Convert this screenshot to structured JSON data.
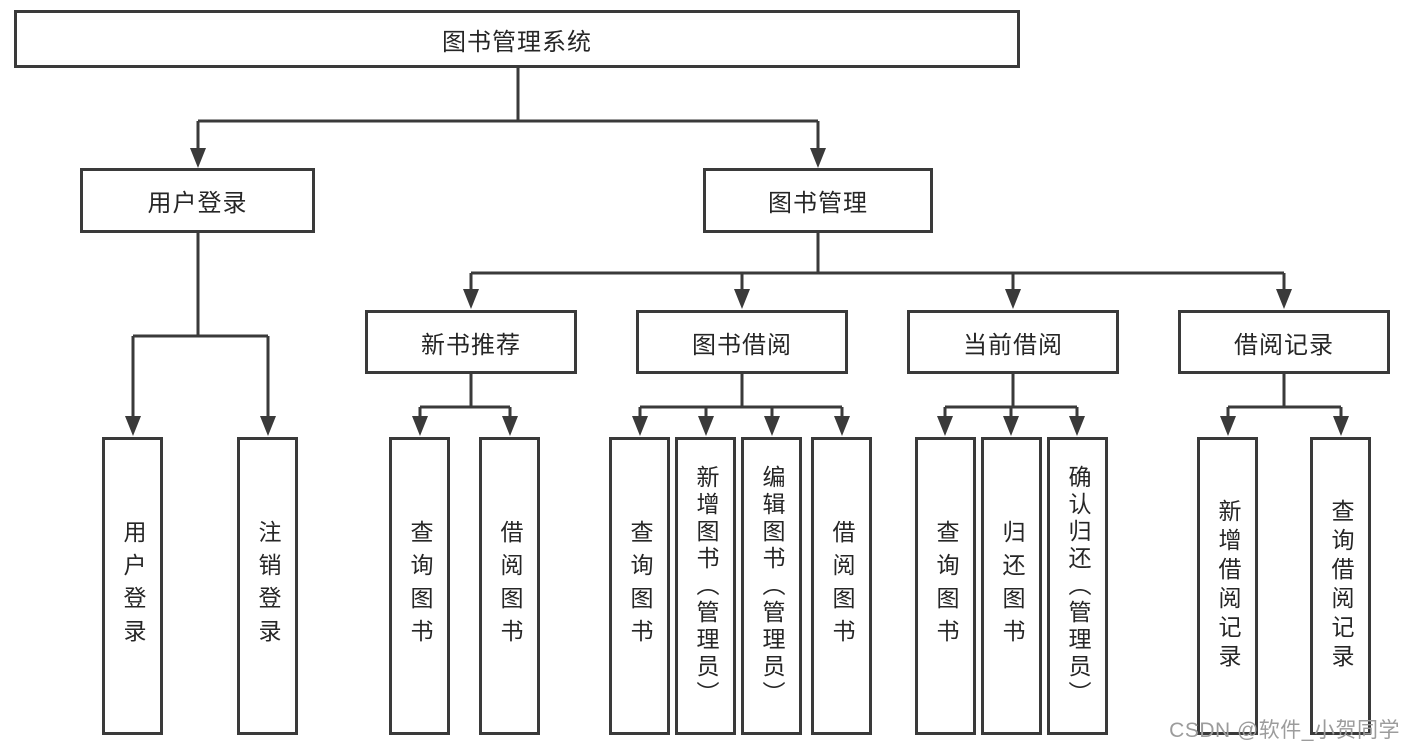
{
  "diagram": {
    "title": "图书管理系统",
    "type": "hierarchy-tree",
    "nodes": {
      "root": {
        "label": "图书管理系统",
        "level": 1
      },
      "userLogin": {
        "label": "用户登录",
        "level": 2,
        "parent": "root"
      },
      "bookMgmt": {
        "label": "图书管理",
        "level": 2,
        "parent": "root"
      },
      "newBookRec": {
        "label": "新书推荐",
        "level": 3,
        "parent": "bookMgmt"
      },
      "bookBorrow": {
        "label": "图书借阅",
        "level": 3,
        "parent": "bookMgmt"
      },
      "currentBorrow": {
        "label": "当前借阅",
        "level": 3,
        "parent": "bookMgmt"
      },
      "borrowRecords": {
        "label": "借阅记录",
        "level": 3,
        "parent": "bookMgmt"
      },
      "leafUserLogin": {
        "label": "用户登录",
        "level": 4,
        "parent": "userLogin"
      },
      "leafLogout": {
        "label": "注销登录",
        "level": 4,
        "parent": "userLogin"
      },
      "leafQueryBook1": {
        "label": "查询图书",
        "level": 4,
        "parent": "newBookRec"
      },
      "leafBorrowBook1": {
        "label": "借阅图书",
        "level": 4,
        "parent": "newBookRec"
      },
      "leafQueryBook2": {
        "label": "查询图书",
        "level": 4,
        "parent": "bookBorrow"
      },
      "leafAddBook": {
        "label": "新增图书（管理员）",
        "level": 4,
        "parent": "bookBorrow"
      },
      "leafEditBook": {
        "label": "编辑图书（管理员）",
        "level": 4,
        "parent": "bookBorrow"
      },
      "leafBorrowBook2": {
        "label": "借阅图书",
        "level": 4,
        "parent": "bookBorrow"
      },
      "leafQueryBook3": {
        "label": "查询图书",
        "level": 4,
        "parent": "currentBorrow"
      },
      "leafReturnBook": {
        "label": "归还图书",
        "level": 4,
        "parent": "currentBorrow"
      },
      "leafConfirmReturn": {
        "label": "确认归还（管理员）",
        "level": 4,
        "parent": "currentBorrow"
      },
      "leafAddRecord": {
        "label": "新增借阅记录",
        "level": 4,
        "parent": "borrowRecords"
      },
      "leafQueryRecord": {
        "label": "查询借阅记录",
        "level": 4,
        "parent": "borrowRecords"
      }
    }
  },
  "watermark": {
    "text": "CSDN @软件_小贺同学"
  },
  "colors": {
    "line": "#3a3a3a",
    "box_border": "#3a3a3a",
    "text": "#262626",
    "background": "#ffffff",
    "watermark_text": "#9c9c9c"
  }
}
